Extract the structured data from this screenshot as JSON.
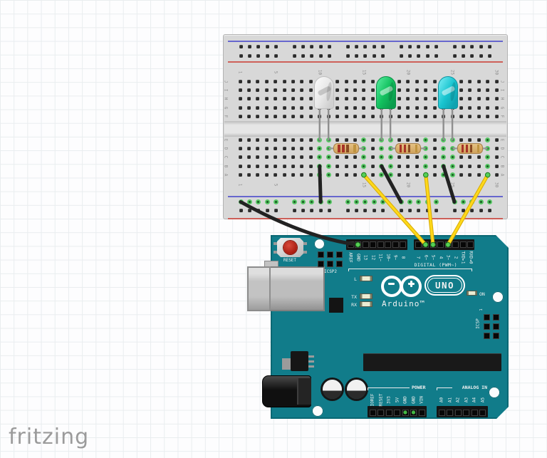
{
  "watermark": "fritzing",
  "colors": {
    "board_teal": "#117c8a",
    "breadboard_body": "#d8d8d8",
    "rail_blue": "#5353cc",
    "rail_red": "#cc4b43",
    "wire_yellow_core": "#ffd91a",
    "wire_yellow_edge": "#d8ad07",
    "wire_black": "#222222",
    "connection_green": "#57cf57"
  },
  "breadboard": {
    "column_numbers": [
      "1",
      "5",
      "10",
      "15",
      "20",
      "25",
      "30"
    ],
    "row_letters_top": [
      "J",
      "I",
      "H",
      "G",
      "F"
    ],
    "row_letters_bottom": [
      "E",
      "D",
      "C",
      "B",
      "A"
    ],
    "connected_columns": [
      10,
      11,
      15,
      17,
      18,
      22,
      24,
      25,
      29
    ]
  },
  "components": {
    "leds": [
      {
        "id": "led-white",
        "color_name": "white",
        "cathode_col": 10,
        "anode_col": 11,
        "hi": "#f6f6f6",
        "body": "#e8e8e8",
        "lo": "#d0d0d0",
        "edge": "#bfbfbf",
        "streak": "rgba(150,150,150,0.45)"
      },
      {
        "id": "led-green",
        "color_name": "green",
        "cathode_col": 17,
        "anode_col": 18,
        "hi": "#44e08d",
        "body": "#12c05e",
        "lo": "#0a9d4d",
        "edge": "#0c8f46",
        "streak": "rgba(255,255,255,0.5)"
      },
      {
        "id": "led-cyan",
        "color_name": "cyan",
        "cathode_col": 24,
        "anode_col": 25,
        "hi": "#5fe2ea",
        "body": "#18c4cf",
        "lo": "#0fa3b0",
        "edge": "#0e93a0",
        "streak": "rgba(255,255,255,0.5)"
      }
    ],
    "resistors": [
      {
        "id": "resistor-1",
        "from_col": 11,
        "to_col": 15,
        "band_colors": [
          "#a63327",
          "#a63327",
          "#8a4a22",
          "#bf9440"
        ]
      },
      {
        "id": "resistor-2",
        "from_col": 18,
        "to_col": 22,
        "band_colors": [
          "#a63327",
          "#a63327",
          "#8a4a22",
          "#bf9440"
        ]
      },
      {
        "id": "resistor-3",
        "from_col": 25,
        "to_col": 29,
        "band_colors": [
          "#a63327",
          "#a63327",
          "#8a4a22",
          "#bf9440"
        ]
      }
    ],
    "wires": [
      {
        "id": "ground-wire",
        "color": "black",
        "from": "rail:1",
        "to": "pin:GND",
        "curve": true
      },
      {
        "id": "jumper-1",
        "color": "black",
        "from": "B:10",
        "to": "rail:9"
      },
      {
        "id": "jumper-2",
        "color": "black",
        "from": "B:17",
        "to": "rail:16"
      },
      {
        "id": "jumper-3",
        "color": "black",
        "from": "B:24",
        "to": "rail:21"
      },
      {
        "id": "signal-wire-1",
        "color": "yellow",
        "from": "A:15",
        "to": "pin:6"
      },
      {
        "id": "signal-wire-2",
        "color": "yellow",
        "from": "A:22",
        "to": "pin:5"
      },
      {
        "id": "signal-wire-3",
        "color": "yellow",
        "from": "A:29",
        "to": "pin:3"
      }
    ]
  },
  "arduino": {
    "labels": {
      "reset": "RESET",
      "icsp2": "ICSP2",
      "icsp": "ICSP",
      "icsp_pin1": "1",
      "led_l": "L",
      "led_tx": "TX",
      "led_rx": "RX",
      "led_on": "ON",
      "digital_caption": "DIGITAL (PWM~)",
      "power_caption": "POWER",
      "analog_caption": "ANALOG IN"
    },
    "brand": {
      "name": "Arduino™",
      "model": "UNO"
    },
    "digital_pins_left": [
      "AREF",
      "GND",
      "13",
      "12",
      "11~",
      "10~",
      "9~",
      "8"
    ],
    "digital_pins_right": [
      "7",
      "6~",
      "5~",
      "4",
      "3~",
      "2",
      "TXD▸1",
      "RXD◂0"
    ],
    "power_pins": [
      "IOREF",
      "RESET",
      "3V3",
      "5V",
      "GND",
      "GND",
      "VIN"
    ],
    "analog_pins": [
      "A0",
      "A1",
      "A2",
      "A3",
      "A4",
      "A5"
    ],
    "gnd_power_pin_indices": [
      4,
      5
    ]
  }
}
